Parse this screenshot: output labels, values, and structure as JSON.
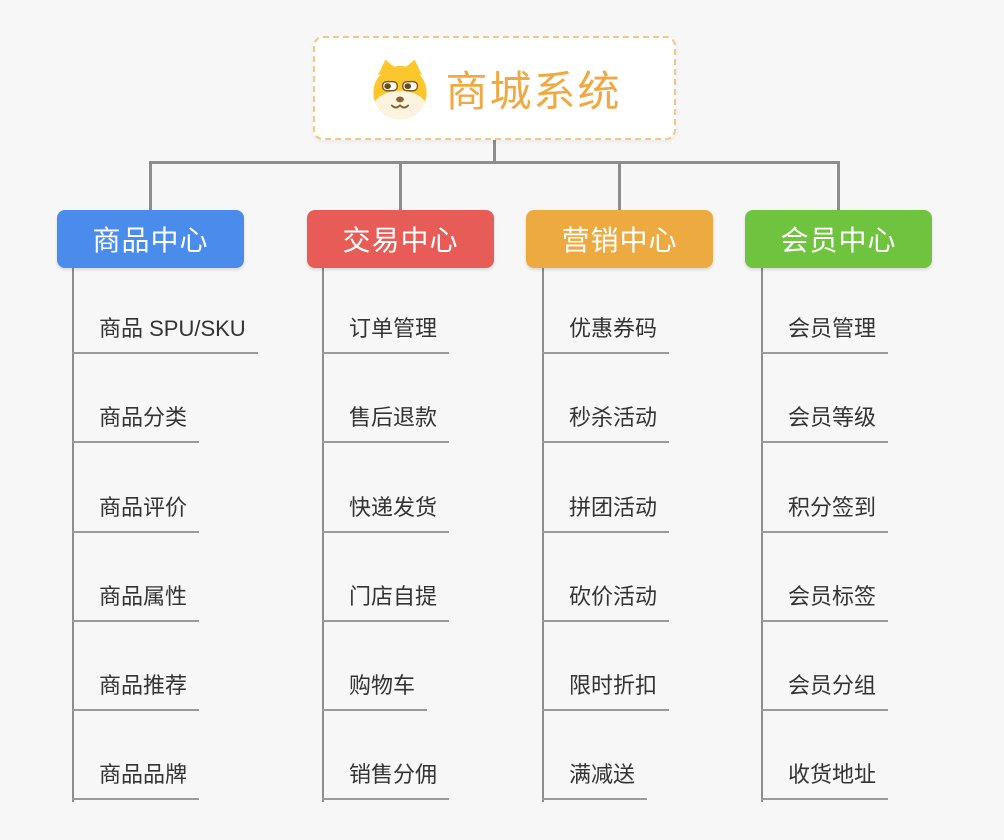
{
  "canvas": {
    "background": "#f7f7f7",
    "connector_color": "#8d8d8d",
    "underline_color": "#9a9a9a"
  },
  "root": {
    "title": "商城系统",
    "icon": "dog-face-icon",
    "text_color": "#f0a940",
    "border_color": "#f2c983"
  },
  "branches": [
    {
      "label": "商品中心",
      "color": "#4a8ceb",
      "items": [
        "商品 SPU/SKU",
        "商品分类",
        "商品评价",
        "商品属性",
        "商品推荐",
        "商品品牌"
      ]
    },
    {
      "label": "交易中心",
      "color": "#e85c57",
      "items": [
        "订单管理",
        "售后退款",
        "快递发货",
        "门店自提",
        "购物车",
        "销售分佣"
      ]
    },
    {
      "label": "营销中心",
      "color": "#ecaa40",
      "items": [
        "优惠券码",
        "秒杀活动",
        "拼团活动",
        "砍价活动",
        "限时折扣",
        "满减送"
      ]
    },
    {
      "label": "会员中心",
      "color": "#6fc33f",
      "items": [
        "会员管理",
        "会员等级",
        "积分签到",
        "会员标签",
        "会员分组",
        "收货地址"
      ]
    }
  ]
}
